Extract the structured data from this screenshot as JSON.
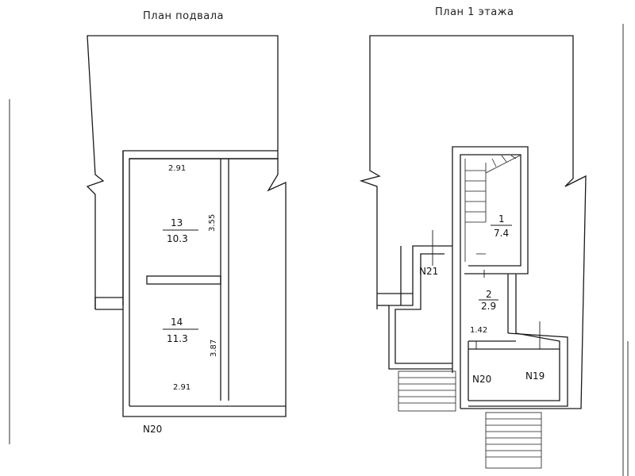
{
  "titles": {
    "basement": "План подвала",
    "first_floor": "План 1 этажа"
  },
  "basement": {
    "room13": {
      "number": "13",
      "area": "10.3"
    },
    "room14": {
      "number": "14",
      "area": "11.3"
    },
    "dims": {
      "top_width": "2.91",
      "bottom_width": "2.91",
      "room13_height": "3.55",
      "room14_height": "3.87"
    },
    "axis": "N20"
  },
  "first_floor": {
    "room1": {
      "number": "1",
      "area": "7.4"
    },
    "room2": {
      "number": "2",
      "area": "2.9"
    },
    "dim_width": "1.42",
    "axis_n21": "N21",
    "axis_n20": "N20",
    "axis_n19": "N19"
  }
}
